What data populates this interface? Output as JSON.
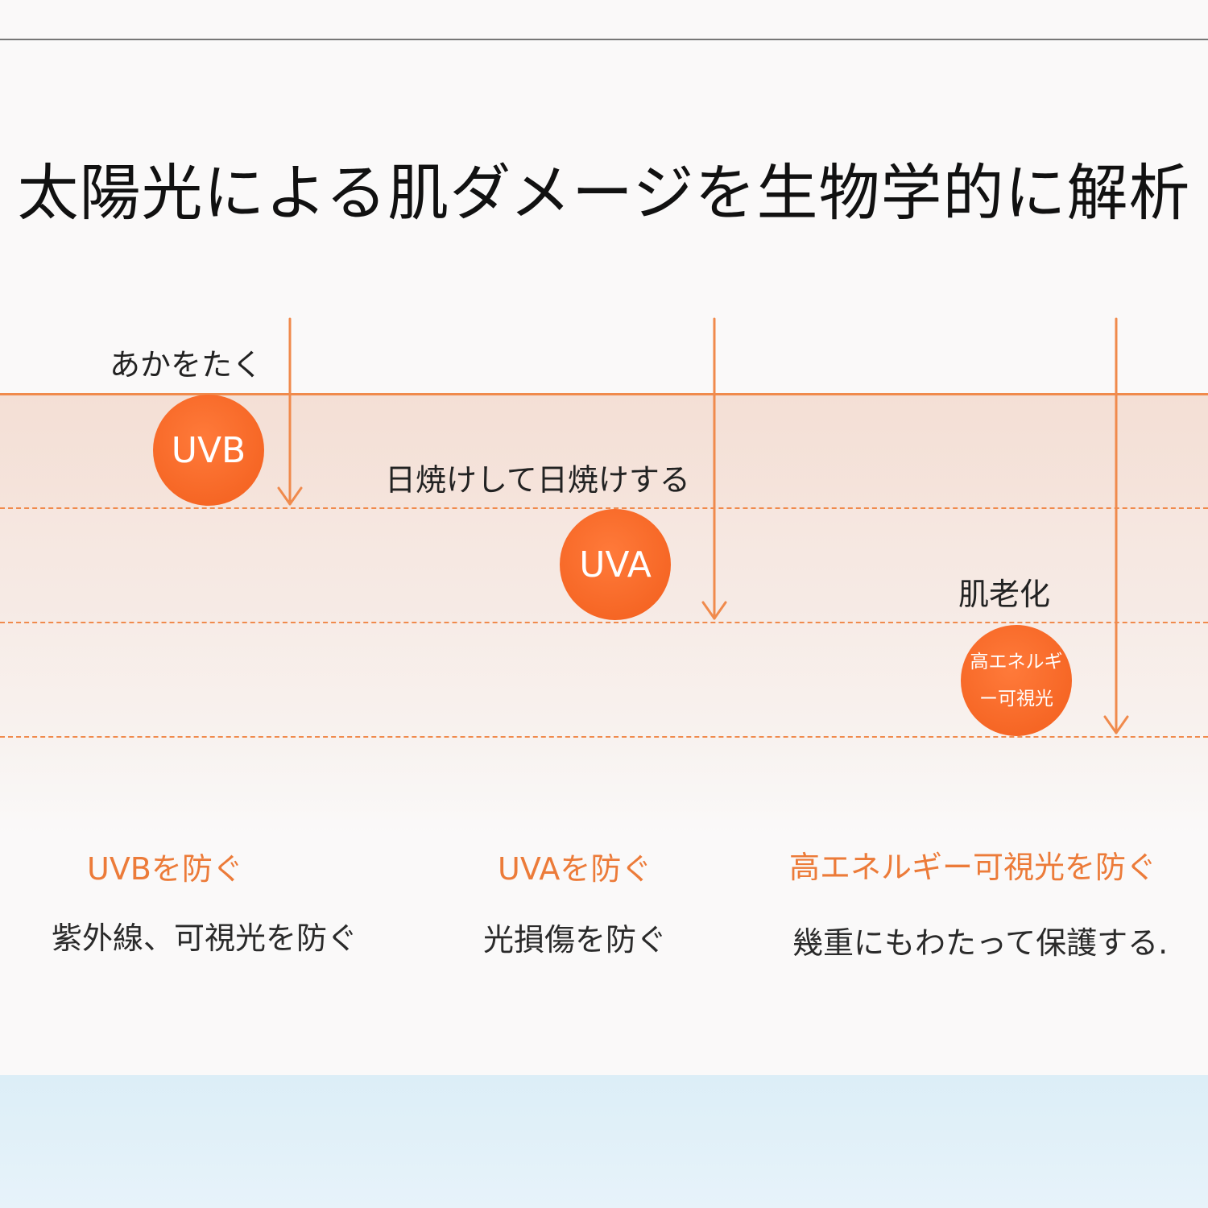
{
  "title": "太陽光による肌ダメージを生物学的に解析",
  "colors": {
    "accent": "#f08a4c",
    "circle": "#f25e1c",
    "heading": "#ec7b39"
  },
  "depth_labels": {
    "redness": "あかをたく",
    "tanning": "日焼けして日焼けする",
    "aging": "肌老化"
  },
  "circles": {
    "uvb": "UVB",
    "uva": "UVA",
    "hev_line1": "高エネルギ",
    "hev_line2": "ー可視光"
  },
  "columns": [
    {
      "heading": "UVBを防ぐ",
      "text": "紫外線、可視光を防ぐ"
    },
    {
      "heading": "UVAを防ぐ",
      "text": "光損傷を防ぐ"
    },
    {
      "heading": "高エネルギー可視光を防ぐ",
      "text": "幾重にもわたって保護する."
    }
  ]
}
